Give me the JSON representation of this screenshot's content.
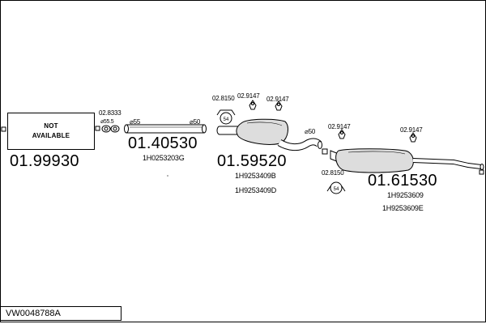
{
  "colors": {
    "stroke": "#000000",
    "pipe_fill": "#ffffff",
    "shade": "#cccccc"
  },
  "not_available": {
    "line1": "NOT",
    "line2": "AVAILABLE"
  },
  "parts": [
    {
      "number": "01.99930",
      "refs": []
    },
    {
      "number": "01.40530",
      "refs": [
        "1H0253203G"
      ],
      "small_parts": [
        "02.8333"
      ],
      "diameters": [
        "⌀55",
        "⌀50"
      ],
      "dim_label": "⌀55.5"
    },
    {
      "number": "01.59520",
      "refs": [
        "1H9253409B",
        "1H9253409D"
      ],
      "small_parts": [
        "02.8150",
        "02.9147",
        "02.9147"
      ],
      "diameters": [
        "⌀50"
      ]
    },
    {
      "number": "01.61530",
      "refs": [
        "1H9253609",
        "1H9253609E"
      ],
      "small_parts": [
        "02.9147",
        "02.9147",
        "02.8150"
      ]
    }
  ],
  "mount_badge": "54",
  "reference_code": "VW0048788A"
}
